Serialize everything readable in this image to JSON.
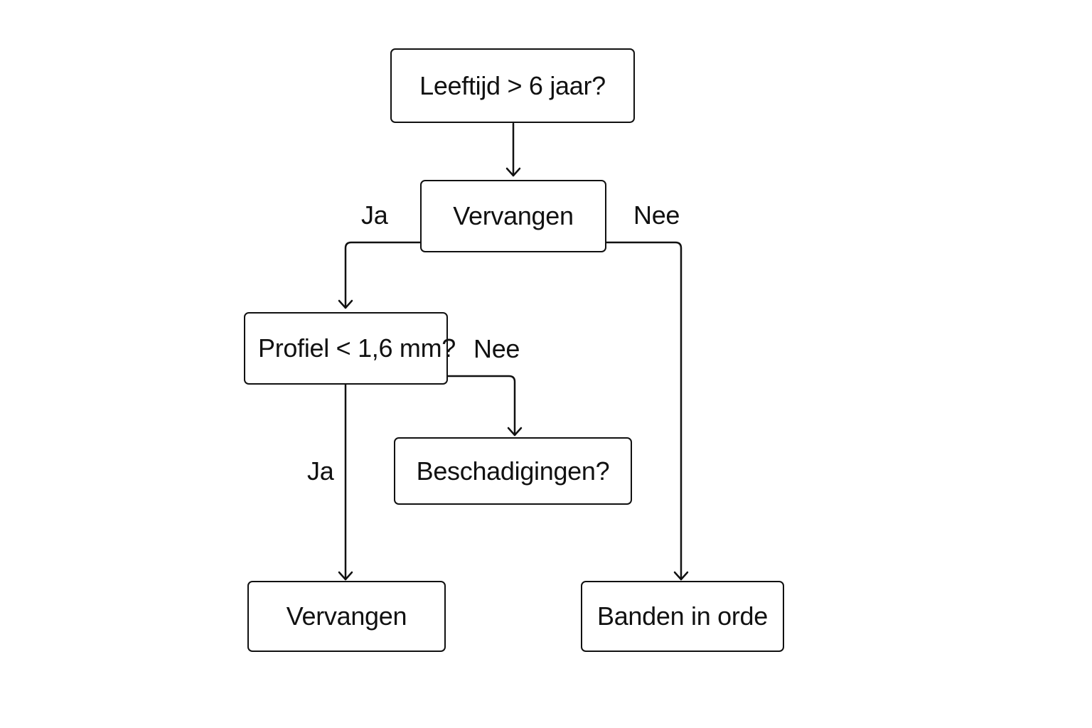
{
  "diagram": {
    "nodes": {
      "age_question": "Leeftijd > 6 jaar?",
      "replace_top": "Vervangen",
      "tread_question": "Profiel < 1,6 mm?",
      "damage_question": "Beschadigingen?",
      "replace_bottom": "Vervangen",
      "tires_ok": "Banden in orde"
    },
    "edge_labels": {
      "yes_left": "Ja",
      "no_right": "Nee",
      "no_tread": "Nee",
      "yes_tread": "Ja"
    },
    "colors": {
      "stroke": "#111111",
      "background": "#ffffff"
    }
  }
}
